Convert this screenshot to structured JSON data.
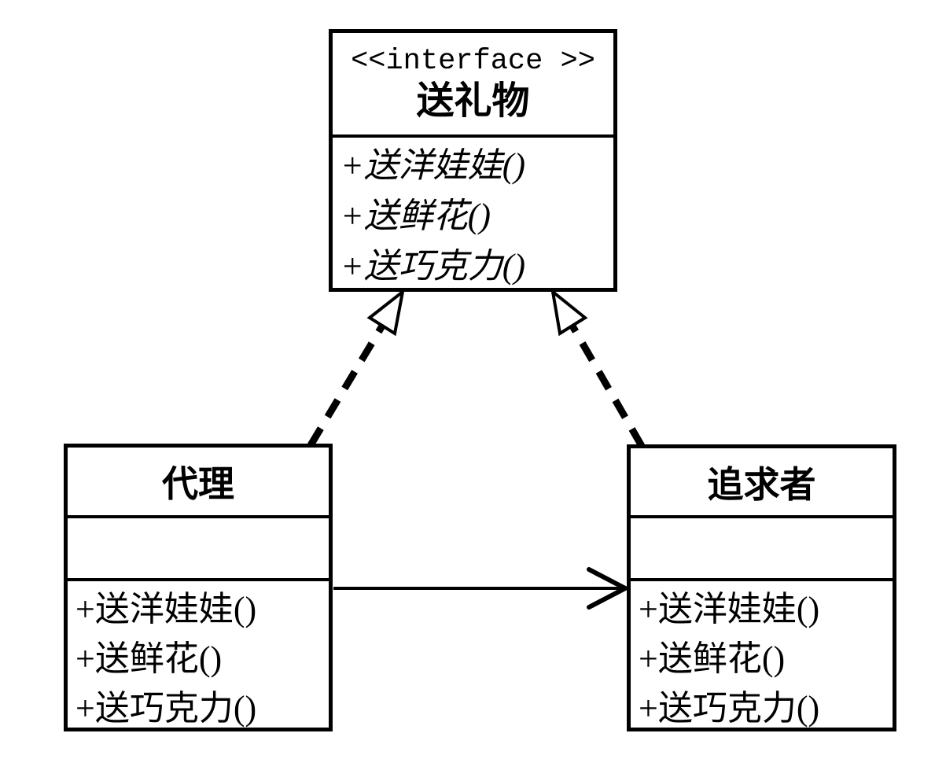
{
  "diagram": {
    "kind": "uml-class-diagram",
    "background_color": "#ffffff",
    "line_color": "#000000",
    "interface": {
      "stereotype": "<<interface >>",
      "name": "送礼物",
      "methods": [
        "+送洋娃娃()",
        "+送鲜花()",
        "+送巧克力()"
      ]
    },
    "proxy_class": {
      "name": "代理",
      "attributes": "",
      "methods": [
        "+送洋娃娃()",
        "+送鲜花()",
        "+送巧克力()"
      ]
    },
    "suitor_class": {
      "name": "追求者",
      "attributes": "",
      "methods": [
        "+送洋娃娃()",
        "+送鲜花()",
        "+送巧克力()"
      ]
    },
    "relationships": [
      {
        "type": "realization",
        "from": "代理",
        "to": "送礼物",
        "style": "dashed line, hollow triangle arrowhead"
      },
      {
        "type": "realization",
        "from": "追求者",
        "to": "送礼物",
        "style": "dashed line, hollow triangle arrowhead"
      },
      {
        "type": "association",
        "from": "代理",
        "to": "追求者",
        "style": "solid line, open arrowhead"
      }
    ]
  }
}
